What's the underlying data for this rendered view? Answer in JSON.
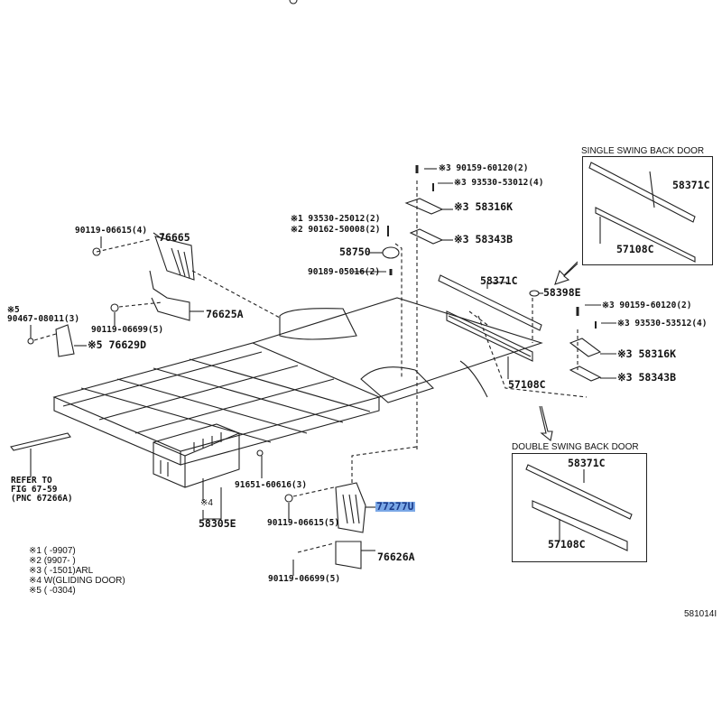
{
  "diagram_id": "581014I",
  "labels": {
    "p76665": "76665",
    "b90119_06615_4": "90119-06615(4)",
    "m5a": "※5",
    "b90467": "90467-08011(3)",
    "b90119_06699_5a": "90119-06699(5)",
    "p76625A": "76625A",
    "p76629D": "※5 76629D",
    "b90159_a": "※3 90159-60120(2)",
    "b93530_53012": "※3 93530-53012(4)",
    "p58316K_a": "※3 58316K",
    "b93530_25012": "※1 93530-25012(2)",
    "b90162": "※2 90162-50008(2)",
    "p58343B_a": "※3 58343B",
    "p58750": "58750",
    "b90189": "90189-05016(2)",
    "p58371C_main": "58371C",
    "p58398E": "58398E",
    "b90159_b": "※3 90159-60120(2)",
    "b93530_53512": "※3 93530-53512(4)",
    "p58316K_b": "※3 58316K",
    "p58343B_b": "※3 58343B",
    "p57108C_main": "57108C",
    "refer1": "REFER TO",
    "refer2": "FIG 67-59",
    "refer3": "(PNC 67266A)",
    "b91651": "91651-60616(3)",
    "m4": "※4",
    "p58305E": "58305E",
    "b90119_06615_5": "90119-06615(5)",
    "p77277U": "77277U",
    "p76626A": "76626A",
    "b90119_06699_5b": "90119-06699(5)"
  },
  "single_swing": {
    "title": "SINGLE SWING  BACK DOOR",
    "part1": "58371C",
    "part2": "57108C"
  },
  "double_swing": {
    "title": "DOUBLE SWING  BACK DOOR",
    "part1": "58371C",
    "part2": "57108C"
  },
  "notes": [
    "※1 (       -9907)",
    "※2 (9907-       )",
    "※3 (       -1501)ARL",
    "※4 W(GLIDING DOOR)",
    "※5 (       -0304)"
  ],
  "colors": {
    "highlight": "#7aa7e6",
    "ink": "#111111"
  }
}
